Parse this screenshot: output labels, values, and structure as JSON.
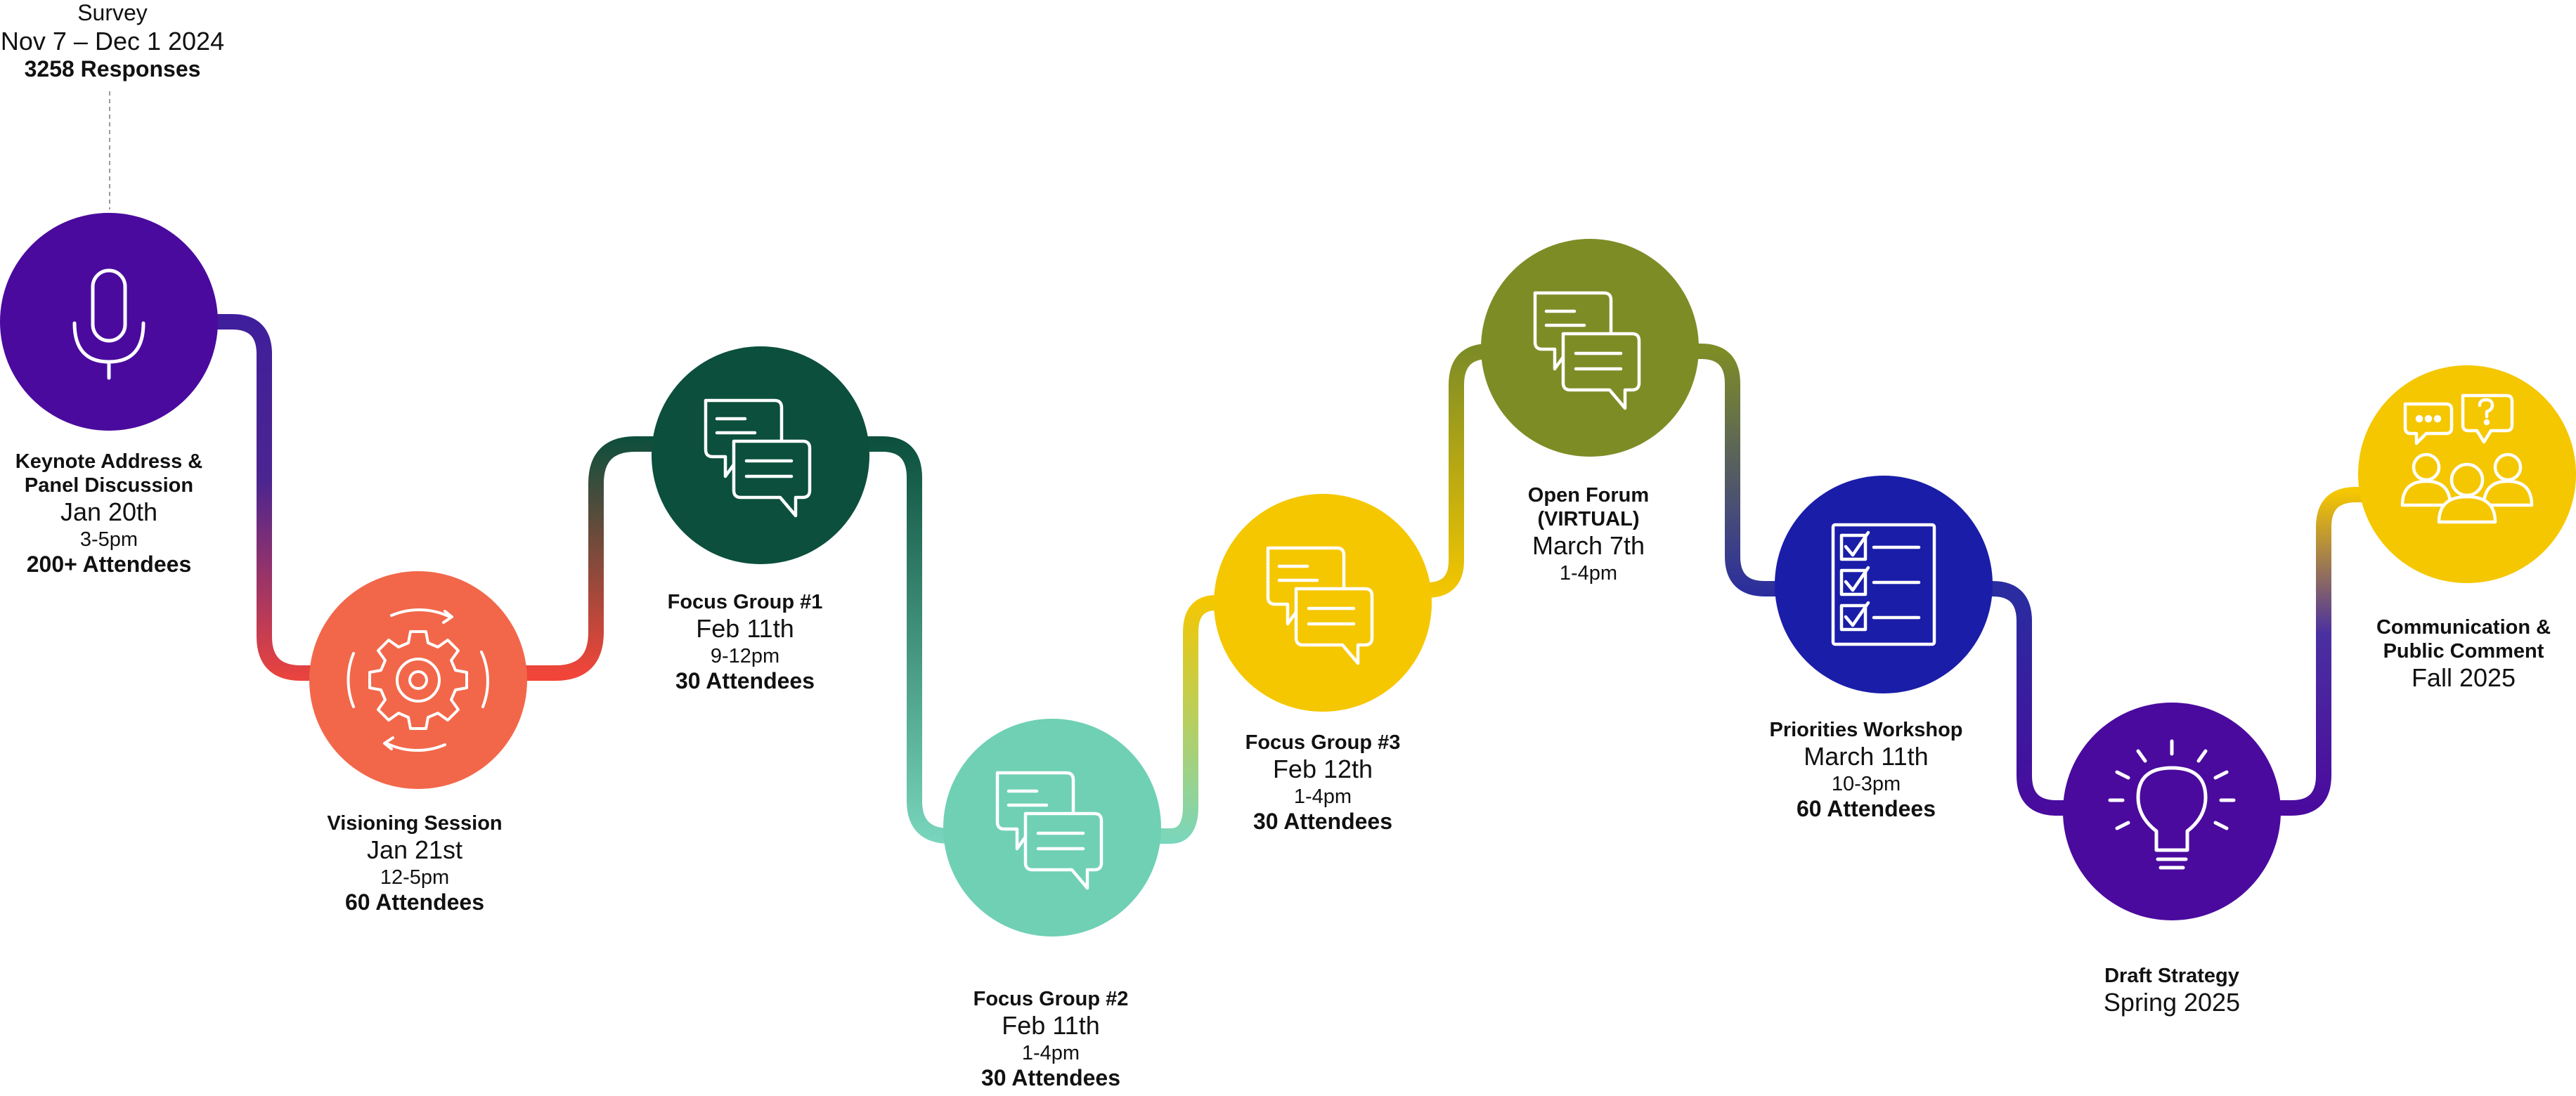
{
  "survey": {
    "title": "Survey",
    "dates": "Nov 7 – Dec 1 2024",
    "responses": "3258 Responses"
  },
  "milestones": [
    {
      "title": "Keynote Address &",
      "title2": "Panel Discussion",
      "date": "Jan 20th",
      "hours": "3-5pm",
      "attendees": "200+ Attendees",
      "icon": "microphone-icon",
      "color": "#4A0A9E"
    },
    {
      "title": "Visioning Session",
      "date": "Jan 21st",
      "hours": "12-5pm",
      "attendees": "60 Attendees",
      "icon": "gear-icon",
      "color": "#F2674A"
    },
    {
      "title": "Focus Group #1",
      "date": "Feb 11th",
      "hours": "9-12pm",
      "attendees": "30 Attendees",
      "icon": "chat-bubbles-icon",
      "color": "#0B4F3C"
    },
    {
      "title": "Focus Group #2",
      "date": "Feb 11th",
      "hours": "1-4pm",
      "attendees": "30 Attendees",
      "icon": "chat-bubbles-icon",
      "color": "#6FD0B4"
    },
    {
      "title": "Focus Group #3",
      "date": "Feb 12th",
      "hours": "1-4pm",
      "attendees": "30 Attendees",
      "icon": "chat-bubbles-icon",
      "color": "#F5C700"
    },
    {
      "title": "Open Forum",
      "title2": "(VIRTUAL)",
      "date": "March 7th",
      "hours": "1-4pm",
      "icon": "chat-bubbles-icon",
      "color": "#7E8C26"
    },
    {
      "title": "Priorities Workshop",
      "date": "March 11th",
      "hours": "10-3pm",
      "attendees": "60 Attendees",
      "icon": "checklist-icon",
      "color": "#1A1DA8"
    },
    {
      "title": "Draft Strategy",
      "date": "Spring 2025",
      "icon": "lightbulb-icon",
      "color": "#4A0A9E"
    },
    {
      "title": "Communication &",
      "title2": "Public Comment",
      "date": "Fall 2025",
      "icon": "discussion-group-icon",
      "color": "#F5C700"
    }
  ]
}
